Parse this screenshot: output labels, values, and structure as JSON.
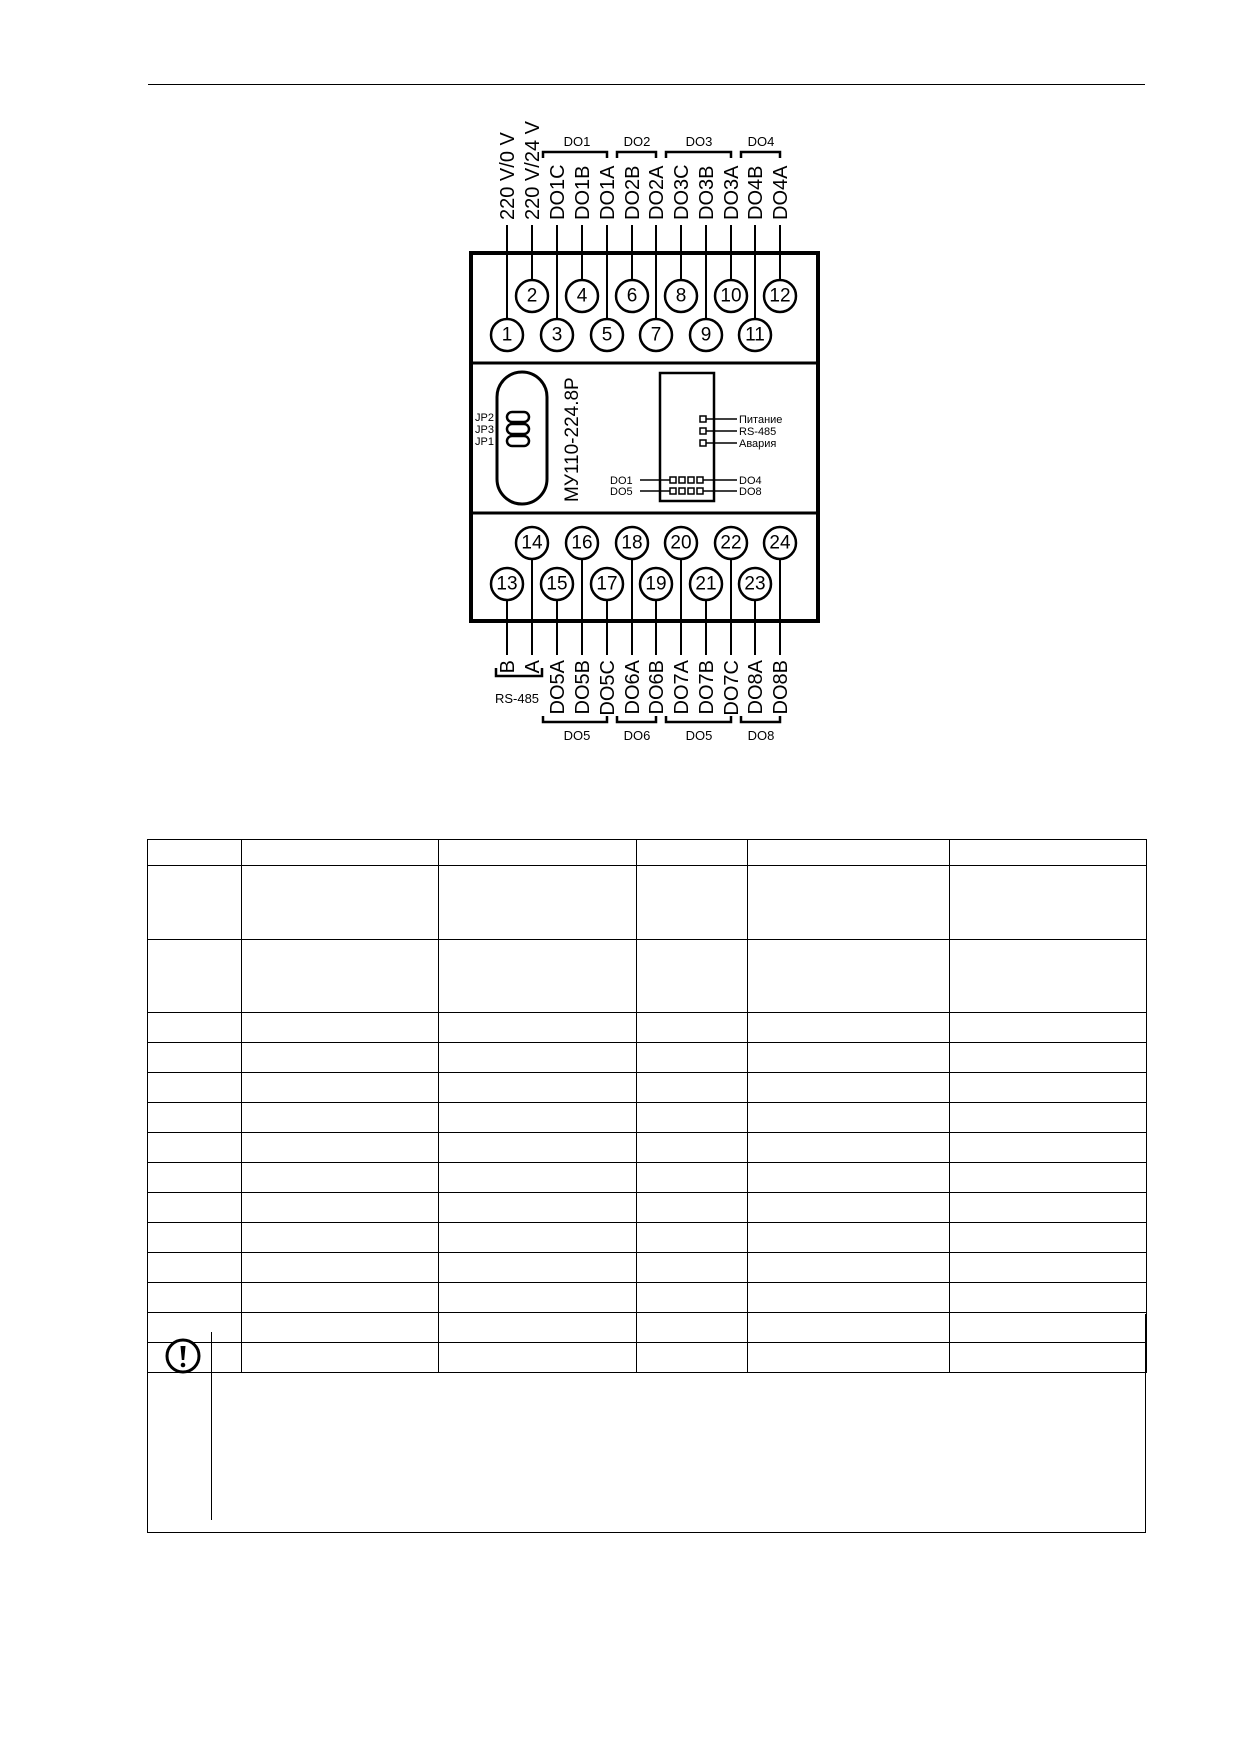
{
  "diagram": {
    "top_pins": [
      {
        "num": "1",
        "label": "220 V/0 V"
      },
      {
        "num": "2",
        "label": "220 V/24 V"
      },
      {
        "num": "3",
        "label": "DO1C"
      },
      {
        "num": "4",
        "label": "DO1B"
      },
      {
        "num": "5",
        "label": "DO1A"
      },
      {
        "num": "6",
        "label": "DO2B"
      },
      {
        "num": "7",
        "label": "DO2A"
      },
      {
        "num": "8",
        "label": "DO3C"
      },
      {
        "num": "9",
        "label": "DO3B"
      },
      {
        "num": "10",
        "label": "DO3A"
      },
      {
        "num": "11",
        "label": "DO4B"
      },
      {
        "num": "12",
        "label": "DO4A"
      }
    ],
    "bottom_pins": [
      {
        "num": "13",
        "label": "B"
      },
      {
        "num": "14",
        "label": "A"
      },
      {
        "num": "15",
        "label": "DO5A"
      },
      {
        "num": "16",
        "label": "DO5B"
      },
      {
        "num": "17",
        "label": "DO5C"
      },
      {
        "num": "18",
        "label": "DO6A"
      },
      {
        "num": "19",
        "label": "DO6B"
      },
      {
        "num": "20",
        "label": "DO7A"
      },
      {
        "num": "21",
        "label": "DO7B"
      },
      {
        "num": "22",
        "label": "DO7C"
      },
      {
        "num": "23",
        "label": "DO8A"
      },
      {
        "num": "24",
        "label": "DO8B"
      }
    ],
    "top_groups": [
      "DO1",
      "DO2",
      "DO3",
      "DO4"
    ],
    "bottom_groups": [
      "RS-485",
      "DO5",
      "DO6",
      "DO5",
      "DO8"
    ],
    "jumpers": [
      "JP2",
      "JP3",
      "JP1"
    ],
    "model": "МУ110-224.8Р",
    "indicators": [
      "Питание",
      "RS-485",
      "Авария"
    ],
    "do_leds": {
      "left": [
        "DO1",
        "DO5"
      ],
      "right": [
        "DO4",
        "DO8"
      ]
    }
  },
  "table": {
    "rows": [
      [
        "",
        "",
        "",
        "",
        "",
        ""
      ],
      [
        "",
        "",
        "",
        "",
        "",
        ""
      ],
      [
        "",
        "",
        "",
        "",
        "",
        ""
      ],
      [
        "",
        "",
        "",
        "",
        "",
        ""
      ],
      [
        "",
        "",
        "",
        "",
        "",
        ""
      ],
      [
        "",
        "",
        "",
        "",
        "",
        ""
      ],
      [
        "",
        "",
        "",
        "",
        "",
        ""
      ],
      [
        "",
        "",
        "",
        "",
        "",
        ""
      ],
      [
        "",
        "",
        "",
        "",
        "",
        ""
      ],
      [
        "",
        "",
        "",
        "",
        "",
        ""
      ],
      [
        "",
        "",
        "",
        "",
        "",
        ""
      ],
      [
        "",
        "",
        "",
        "",
        "",
        ""
      ],
      [
        "",
        "",
        "",
        "",
        "",
        ""
      ],
      [
        "",
        "",
        "",
        "",
        "",
        ""
      ],
      [
        "",
        "",
        "",
        "",
        "",
        ""
      ]
    ]
  },
  "note": {
    "icon": "exclamation-circle-icon",
    "text": ""
  }
}
